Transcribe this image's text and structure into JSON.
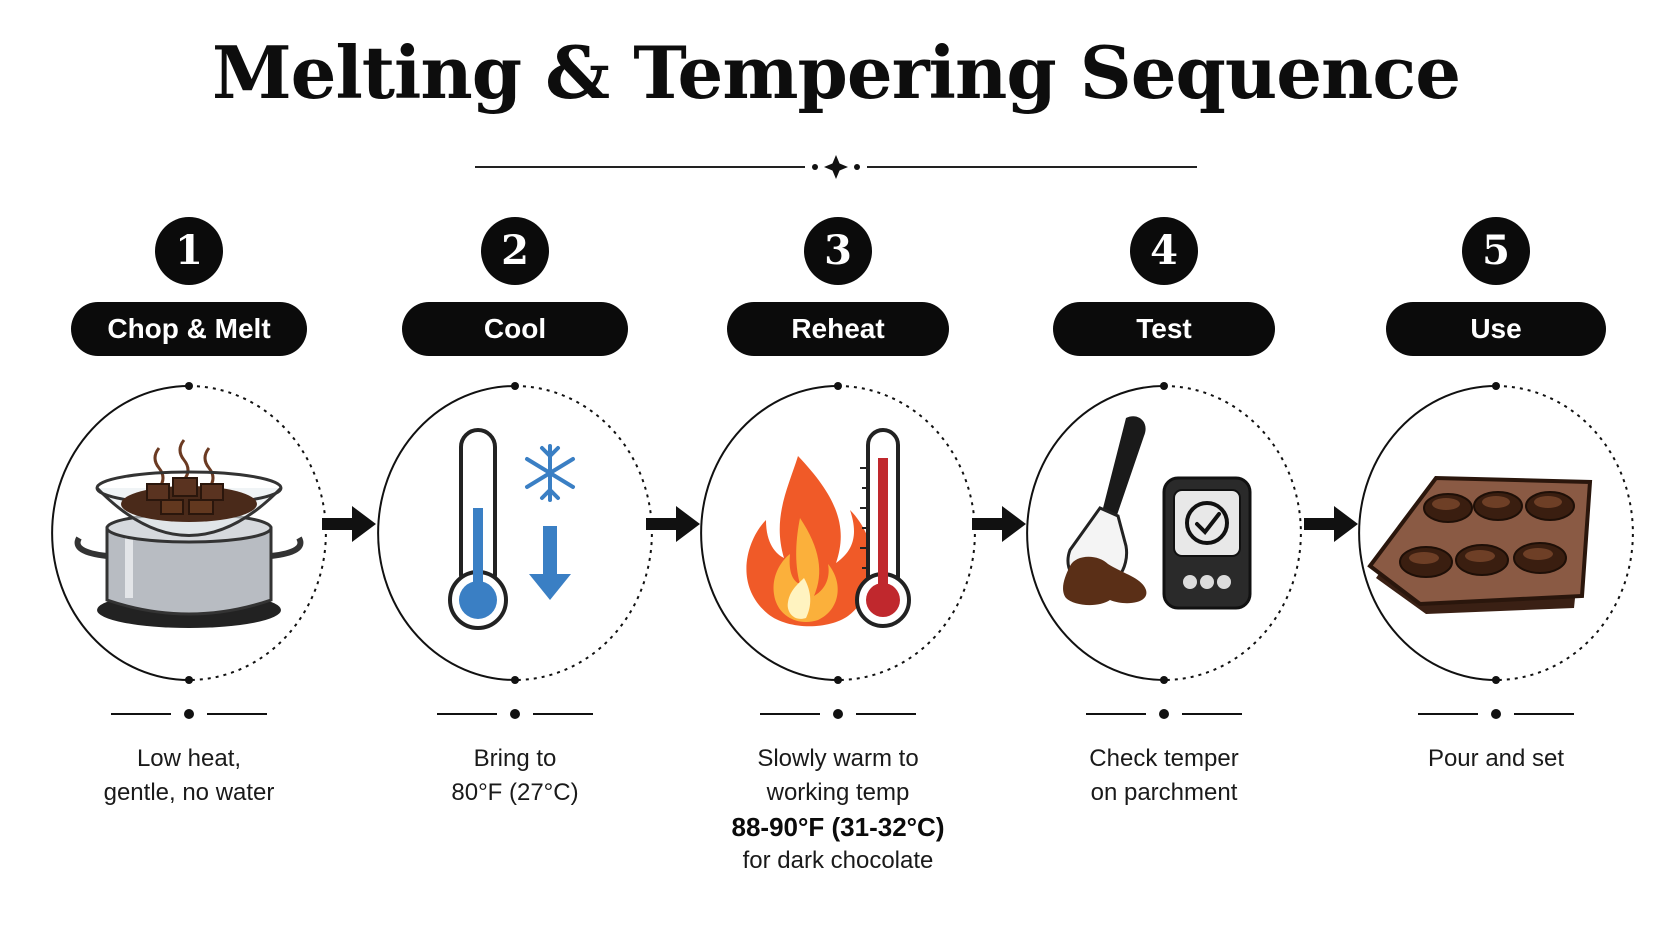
{
  "title": "Melting & Tempering Sequence",
  "steps": [
    {
      "number": "1",
      "label": "Chop & Melt",
      "desc": [
        "Low heat,",
        "gentle, no water"
      ]
    },
    {
      "number": "2",
      "label": "Cool",
      "desc": [
        "Bring to",
        "80°F (27°C)"
      ]
    },
    {
      "number": "3",
      "label": "Reheat",
      "desc": [
        "Slowly warm to",
        "working temp"
      ],
      "desc_bold": "88-90°F (31-32°C)",
      "desc_after": "for dark chocolate"
    },
    {
      "number": "4",
      "label": "Test",
      "desc": [
        "Check temper",
        "on parchment"
      ]
    },
    {
      "number": "5",
      "label": "Use",
      "desc": [
        "Pour and set"
      ]
    }
  ],
  "icons": [
    "double-boiler-icon",
    "thermometer-cold-icon",
    "flame-thermometer-icon",
    "spatula-checker-icon",
    "chocolate-mold-icon"
  ],
  "colors": {
    "ink": "#0b0b0b",
    "chocolate": "#4a2a1a",
    "cold_blue": "#3a7fc4",
    "flame": "#f05a28",
    "hot_red": "#c0282d"
  }
}
